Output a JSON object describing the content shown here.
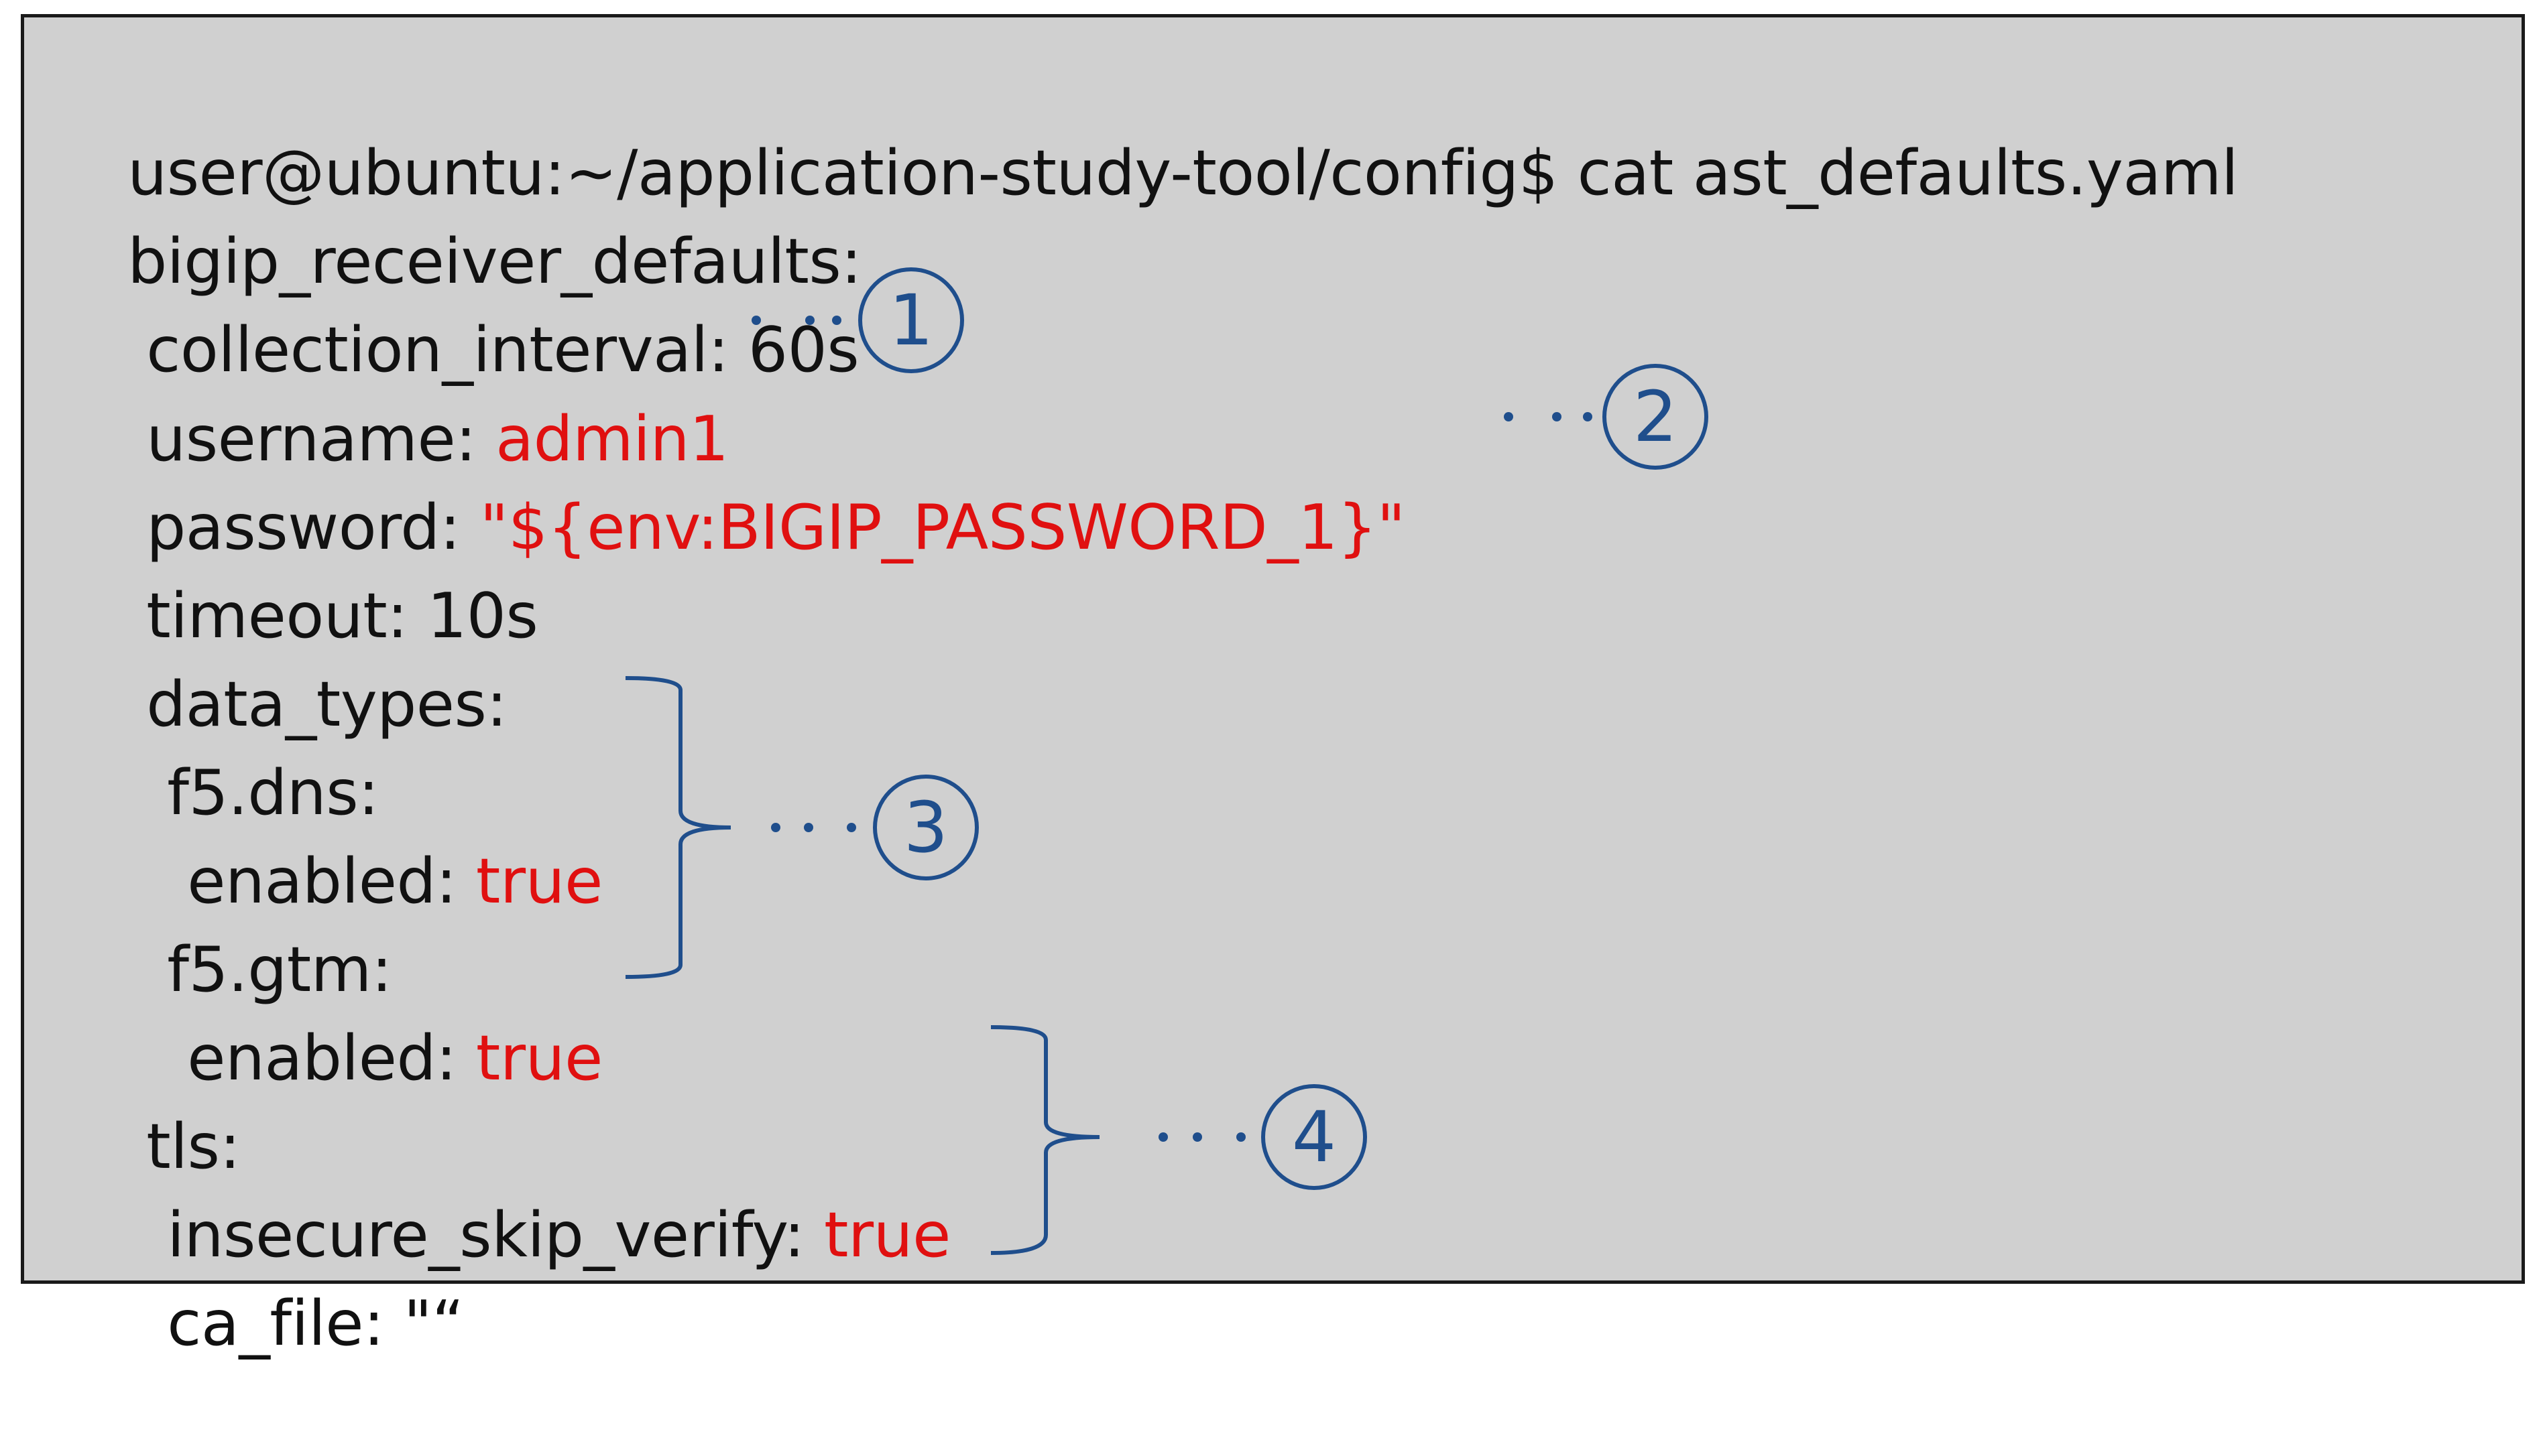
{
  "terminal": {
    "prompt": "user@ubuntu:~/application-study-tool/config$",
    "command": " cat ast_defaults.yaml",
    "lines": [
      {
        "key": "bigip_receiver_defaults:",
        "value": ""
      },
      {
        "key": "collection_interval: 60s",
        "value": ""
      },
      {
        "key": "username: ",
        "value": "admin1"
      },
      {
        "key": "password: ",
        "value": "\"${env:BIGIP_PASSWORD_1}\""
      },
      {
        "key": "timeout: 10s",
        "value": ""
      },
      {
        "key": "data_types:",
        "value": ""
      },
      {
        "key": "f5.dns:",
        "value": ""
      },
      {
        "key": "enabled: ",
        "value": "true"
      },
      {
        "key": "f5.gtm:",
        "value": ""
      },
      {
        "key": "enabled: ",
        "value": "true"
      },
      {
        "key": "tls:",
        "value": ""
      },
      {
        "key": "insecure_skip_verify: ",
        "value": "true"
      },
      {
        "key": "ca_file: \"“",
        "value": ""
      }
    ]
  },
  "annotations": [
    {
      "marker": "① ",
      "label": "1"
    },
    {
      "marker": "②",
      "label": "2"
    },
    {
      "marker": "③",
      "label": "3"
    },
    {
      "marker": "④",
      "label": "4"
    }
  ],
  "colors": {
    "background": "#d0d0d0",
    "text": "#111111",
    "value": "#e01010",
    "annotation": "#1f4e8c"
  }
}
